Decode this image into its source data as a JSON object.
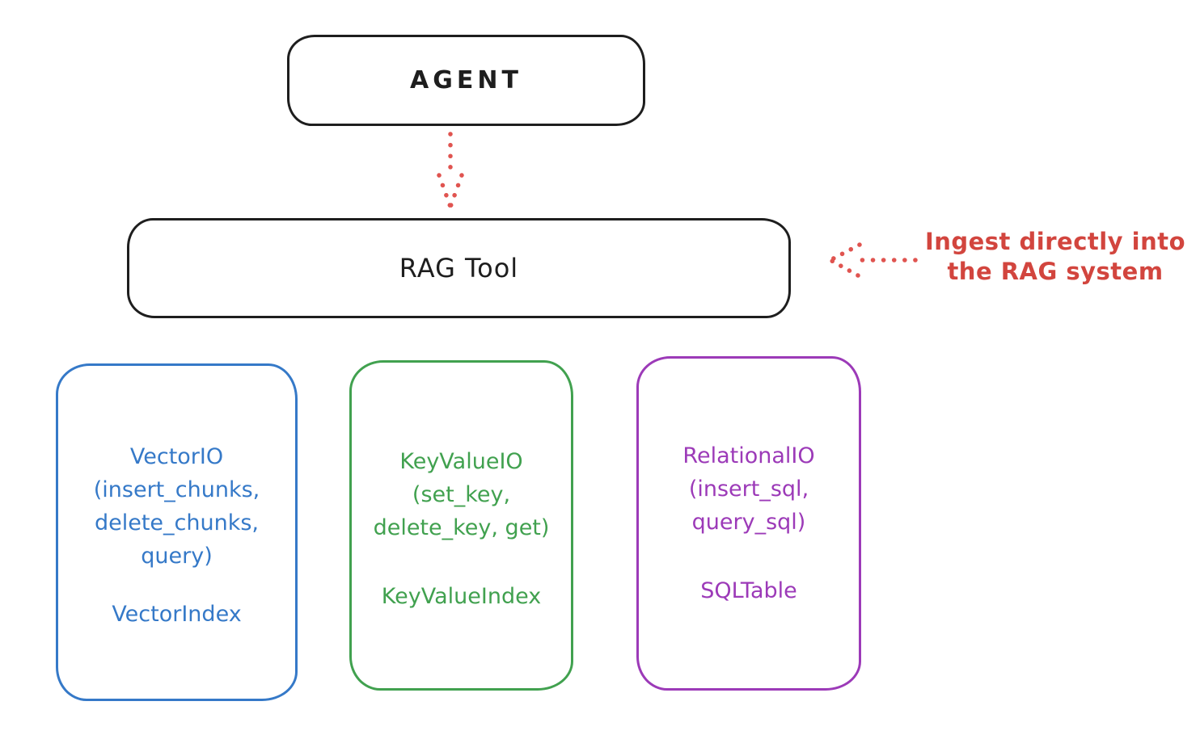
{
  "diagram": {
    "agent": {
      "label": "AGENT"
    },
    "rag_tool": {
      "label": "RAG Tool"
    },
    "annotation": {
      "line1": "Ingest directly into",
      "line2": "the RAG system",
      "color": "#d2453e"
    },
    "arrows": {
      "agent_to_rag_tool": {
        "style": "dotted",
        "direction": "down",
        "color": "#e05450"
      },
      "annotation_to_rag_tool": {
        "style": "dotted",
        "direction": "left",
        "color": "#e05450"
      }
    },
    "io_boxes": [
      {
        "title": "VectorIO",
        "lines": [
          "VectorIO",
          "(insert_chunks,",
          "delete_chunks,",
          "query)"
        ],
        "index_label": "VectorIndex",
        "color": "#3579c8"
      },
      {
        "title": "KeyValueIO",
        "lines": [
          "KeyValueIO",
          "(set_key,",
          "delete_key, get)"
        ],
        "index_label": "KeyValueIndex",
        "color": "#41a14f"
      },
      {
        "title": "RelationalIO",
        "lines": [
          "RelationalIO",
          "(insert_sql,",
          "query_sql)"
        ],
        "index_label": "SQLTable",
        "color": "#9c3ab8"
      }
    ],
    "stroke_color": "#1e1e1e",
    "background_color": "#ffffff"
  }
}
